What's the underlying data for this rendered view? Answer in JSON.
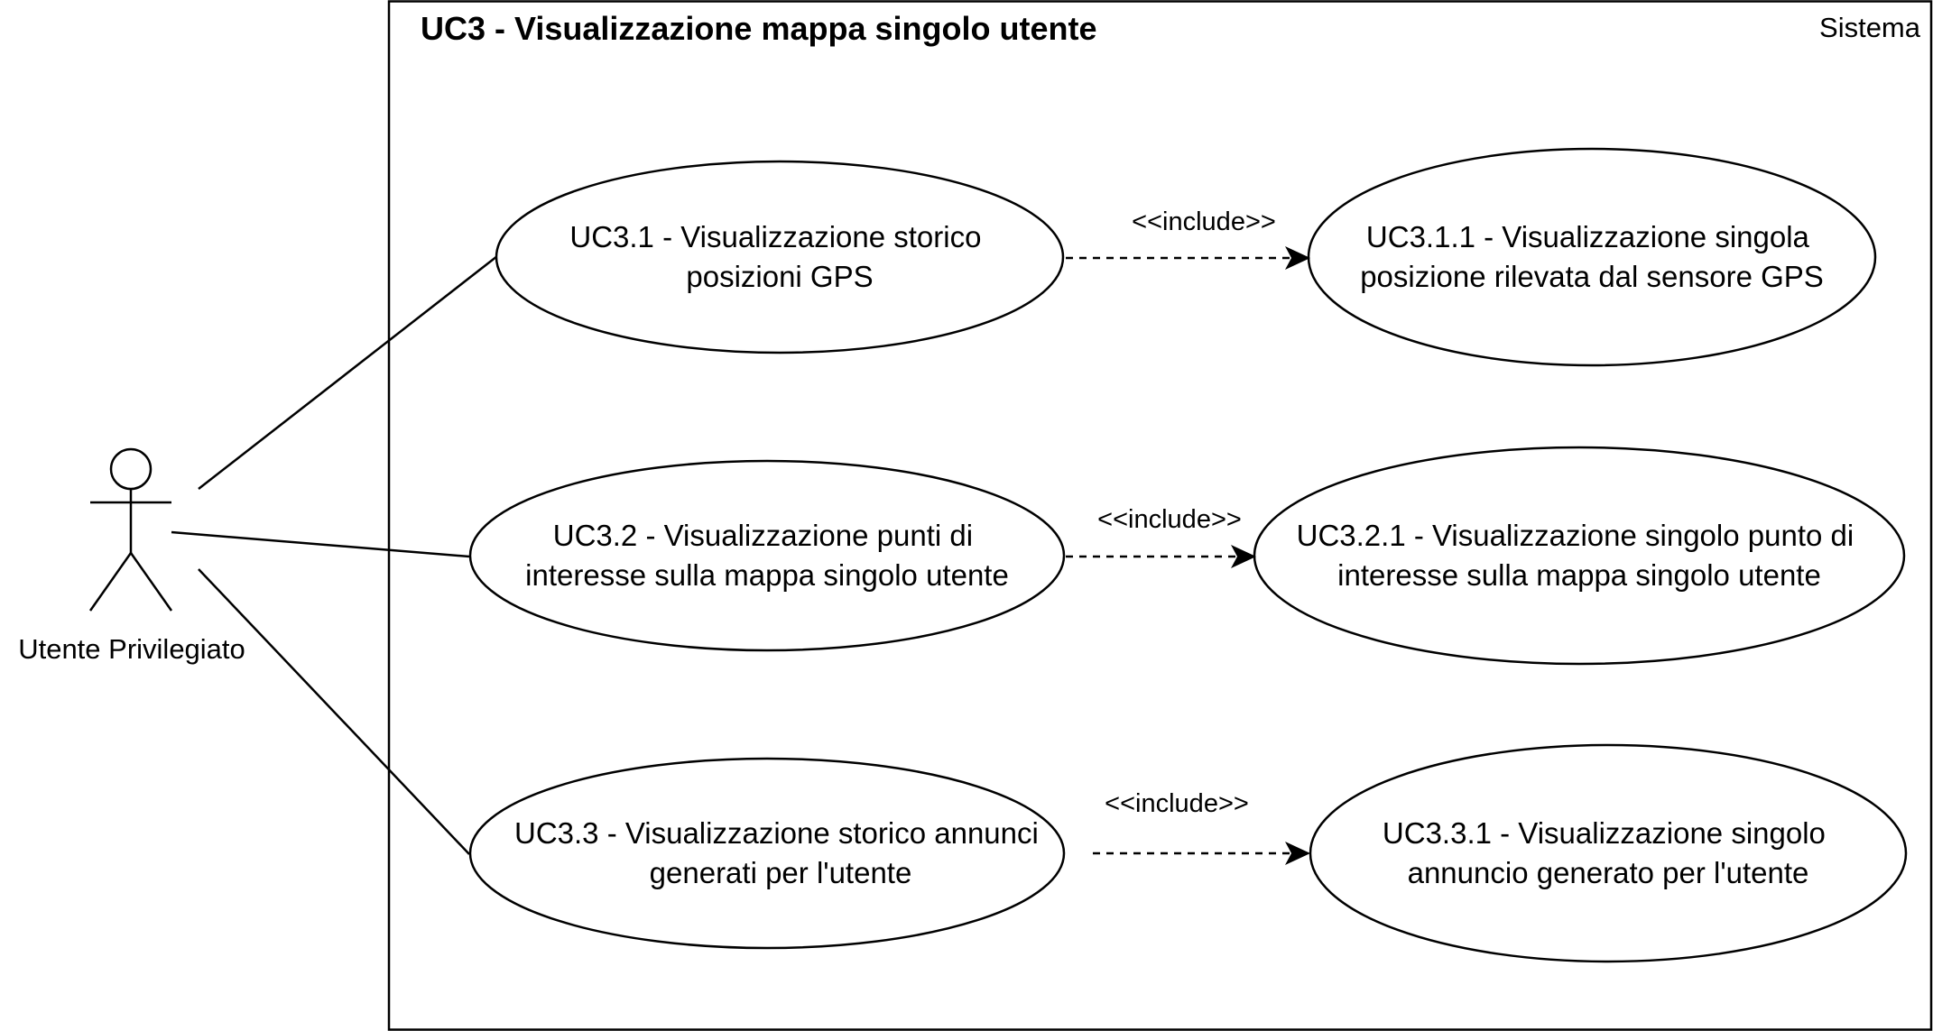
{
  "system": {
    "title": "UC3 - Visualizzazione mappa singolo utente",
    "label": "Sistema"
  },
  "actor": {
    "label": "Utente Privilegiato"
  },
  "use_cases": {
    "uc3_1": {
      "line1": "UC3.1 - Visualizzazione storico",
      "line2": "posizioni GPS"
    },
    "uc3_1_1": {
      "line1": "UC3.1.1 - Visualizzazione singola",
      "line2": "posizione rilevata dal sensore GPS"
    },
    "uc3_2": {
      "line1": "UC3.2 - Visualizzazione punti di",
      "line2": "interesse sulla mappa singolo utente"
    },
    "uc3_2_1": {
      "line1": "UC3.2.1 - Visualizzazione singolo punto di",
      "line2": "interesse sulla mappa singolo utente"
    },
    "uc3_3": {
      "line1": "UC3.3 - Visualizzazione storico annunci",
      "line2": "generati per l'utente"
    },
    "uc3_3_1": {
      "line1": "UC3.3.1 - Visualizzazione singolo",
      "line2": "annuncio generato per l'utente"
    }
  },
  "relations": {
    "include_1": "<<include>>",
    "include_2": "<<include>>",
    "include_3": "<<include>>"
  }
}
